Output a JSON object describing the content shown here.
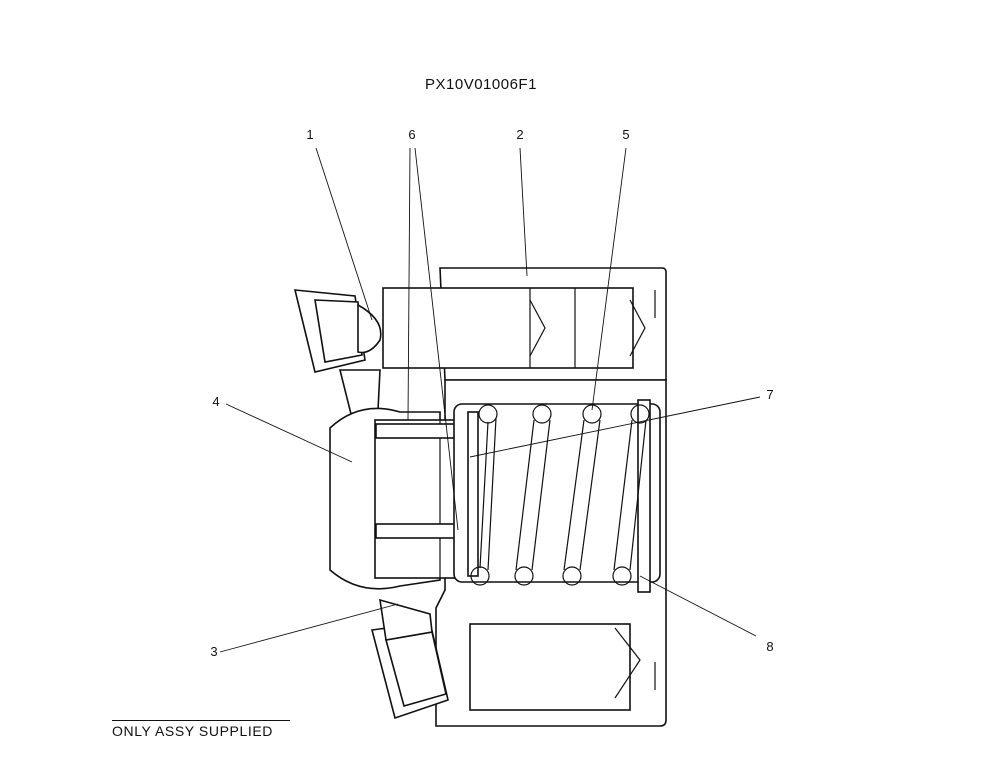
{
  "drawing_code": "PX10V01006F1",
  "callouts": [
    {
      "id": "1",
      "label": "1"
    },
    {
      "id": "2",
      "label": "2"
    },
    {
      "id": "3",
      "label": "3"
    },
    {
      "id": "4",
      "label": "4"
    },
    {
      "id": "5",
      "label": "5"
    },
    {
      "id": "6",
      "label": "6"
    },
    {
      "id": "7",
      "label": "7"
    },
    {
      "id": "8",
      "label": "8"
    }
  ],
  "footer_note": "ONLY ASSY SUPPLIED"
}
